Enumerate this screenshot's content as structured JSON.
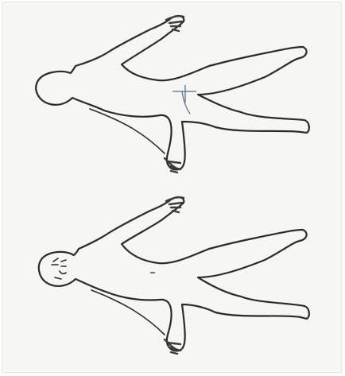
{
  "diagram": {
    "description_visible_text": [],
    "figures": [
      {
        "id": "back",
        "view": "back",
        "has_face": false
      },
      {
        "id": "front",
        "view": "front",
        "has_face": true
      }
    ],
    "colors": {
      "background": "#f6f6f5",
      "outline": "#2b2b2b",
      "hand_shading": "#3a3f33",
      "marker": "#5d6b86"
    }
  }
}
